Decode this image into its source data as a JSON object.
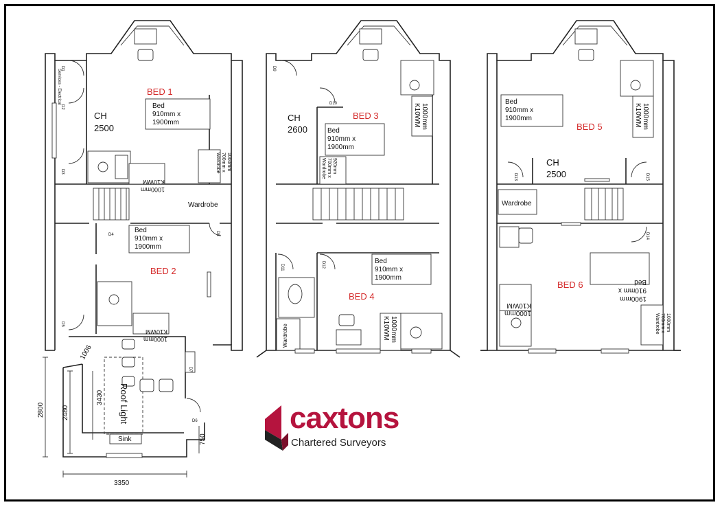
{
  "rooms": {
    "bed1": "BED 1",
    "bed2": "BED 2",
    "bed3": "BED 3",
    "bed4": "BED 4",
    "bed5": "BED 5",
    "bed6": "BED 6"
  },
  "ch": {
    "label": "CH",
    "f1": "2500",
    "f2": "2600",
    "f3": "2500"
  },
  "bed_note": {
    "l1": "Bed",
    "l2": "910mm x",
    "l3": "1900mm"
  },
  "kwm": {
    "l1": "K10WM",
    "l2": "1000mm"
  },
  "wardrobe": {
    "plain": "Wardrobe",
    "w1": {
      "l1": "Wardrobe",
      "l2": "700mm x",
      "l3": "1000mm"
    },
    "w3": {
      "l1": "Wardrobe",
      "l2": "700mm x",
      "l3": "920mm"
    }
  },
  "services": "Services - Electrical",
  "doors": [
    "D1",
    "D2",
    "D3",
    "D4",
    "D5",
    "D6",
    "D7",
    "D8",
    "D9",
    "D10",
    "D11",
    "D12",
    "D13",
    "D14",
    "D15"
  ],
  "annex": {
    "roof_light": "Roof Light",
    "sink": "Sink"
  },
  "dims": {
    "d2800": "2800",
    "d2480": "2480",
    "d3430": "3430",
    "d1006": "1006",
    "d750": "750",
    "d3350": "3350"
  },
  "logo": {
    "word": "caxtons",
    "tagline": "Chartered Surveyors",
    "brand_color": "#b5143e"
  }
}
